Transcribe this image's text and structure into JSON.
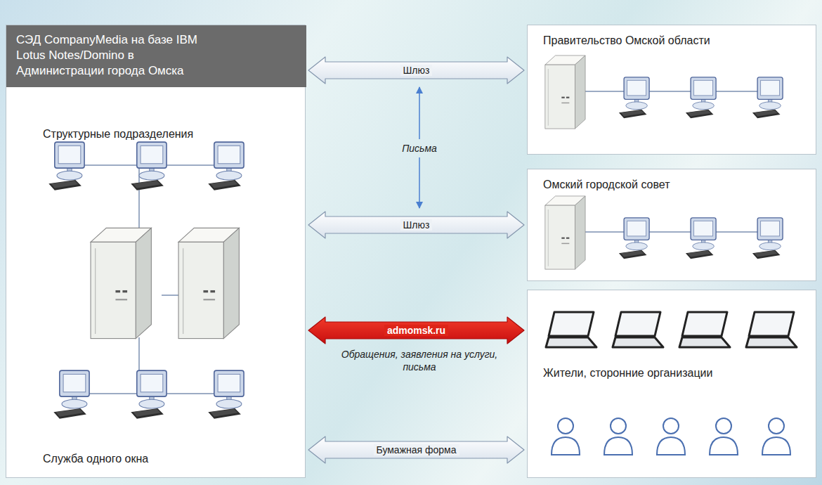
{
  "diagram": {
    "nodes": [
      {
        "text": [
          "СЭД CompanyMedia на базе IBM Lotus Notes/Domino в Администрации города Омска",
          "Структурные подразделения",
          "Служба одного окна"
        ]
      },
      {
        "text": [
          "Правительство Омской области"
        ]
      },
      {
        "text": [
          "Омский городской совет"
        ]
      },
      {
        "text": [
          "Жители, сторонние организации"
        ]
      }
    ],
    "edges": [
      {
        "from": 0,
        "to": 1,
        "arrow": "both",
        "label": "Шлюз"
      },
      {
        "from": 0,
        "to": 2,
        "arrow": "both",
        "label": "Шлюз"
      },
      {
        "from": 0,
        "to": 3,
        "arrow": "both",
        "label": "admomsk.ru"
      },
      {
        "from": 0,
        "to": 3,
        "arrow": "both",
        "label": "Бумажная форма"
      }
    ],
    "labels": [
      "Письма",
      "Обращения, заявления на услуги, письма"
    ]
  }
}
